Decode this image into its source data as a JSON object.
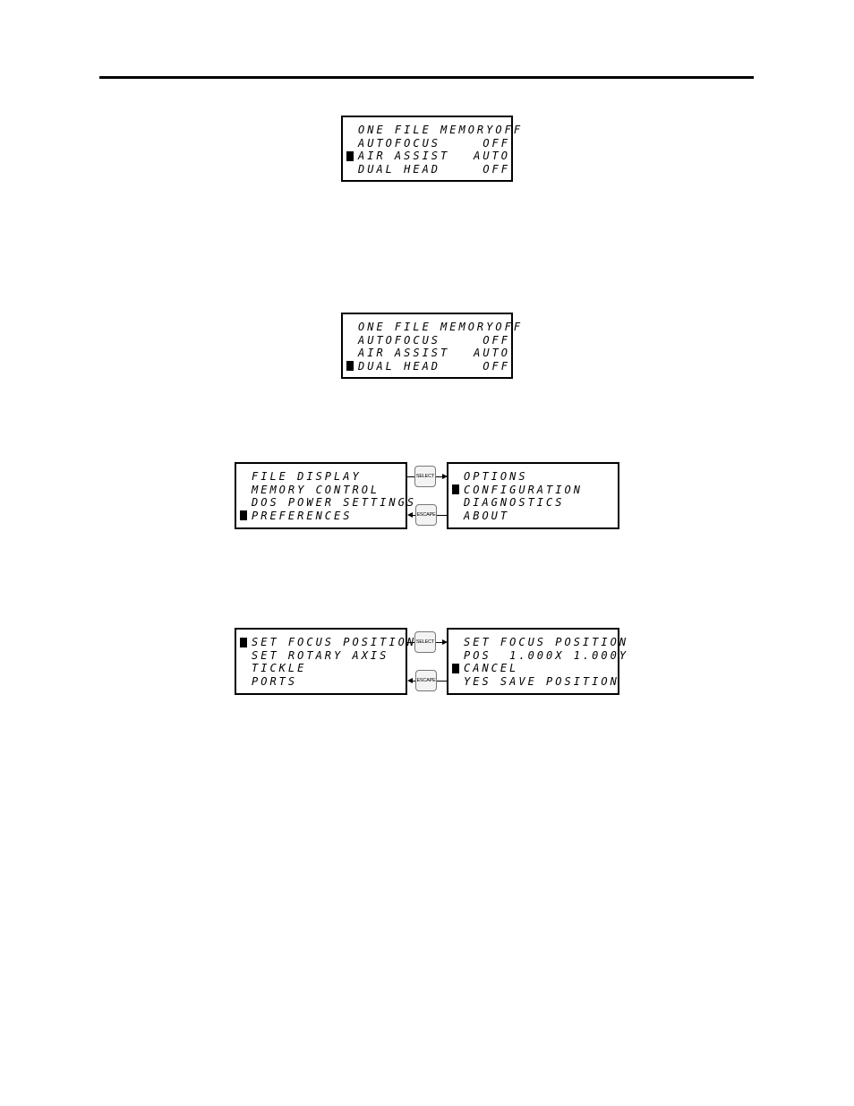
{
  "screen1": {
    "lines": [
      {
        "text": "ONE FILE MEMORY",
        "value": "OFF",
        "selected": false
      },
      {
        "text": "AUTOFOCUS",
        "value": "OFF",
        "selected": false
      },
      {
        "text": "AIR ASSIST",
        "value": "AUTO",
        "selected": true
      },
      {
        "text": "DUAL HEAD",
        "value": "OFF",
        "selected": false
      }
    ]
  },
  "screen2": {
    "lines": [
      {
        "text": "ONE FILE MEMORY",
        "value": "OFF",
        "selected": false
      },
      {
        "text": "AUTOFOCUS",
        "value": "OFF",
        "selected": false
      },
      {
        "text": "AIR ASSIST",
        "value": "AUTO",
        "selected": false
      },
      {
        "text": "DUAL HEAD",
        "value": "OFF",
        "selected": true
      }
    ]
  },
  "screen3": {
    "left": {
      "lines": [
        {
          "text": "FILE DISPLAY",
          "selected": false
        },
        {
          "text": "MEMORY CONTROL",
          "selected": false
        },
        {
          "text": "DOS POWER SETTINGS",
          "selected": false
        },
        {
          "text": "PREFERENCES",
          "selected": true
        }
      ]
    },
    "select_label": "SELECT",
    "escape_label": "ESCAPE",
    "right": {
      "lines": [
        {
          "text": "OPTIONS",
          "selected": false
        },
        {
          "text": "CONFIGURATION",
          "selected": true
        },
        {
          "text": "DIAGNOSTICS",
          "selected": false
        },
        {
          "text": "ABOUT",
          "selected": false
        }
      ]
    }
  },
  "screen4": {
    "left": {
      "lines": [
        {
          "text": "SET FOCUS POSITION",
          "selected": true
        },
        {
          "text": "SET ROTARY AXIS",
          "selected": false
        },
        {
          "text": "TICKLE",
          "selected": false
        },
        {
          "text": "PORTS",
          "selected": false
        }
      ]
    },
    "select_label": "SELECT",
    "escape_label": "ESCAPE",
    "right": {
      "lines": [
        {
          "text": "SET FOCUS POSITION",
          "selected": false
        },
        {
          "text": "POS  1.000X 1.000Y",
          "selected": false
        },
        {
          "text": "CANCEL",
          "selected": true
        },
        {
          "text": "YES SAVE POSITION",
          "selected": false
        }
      ]
    }
  }
}
